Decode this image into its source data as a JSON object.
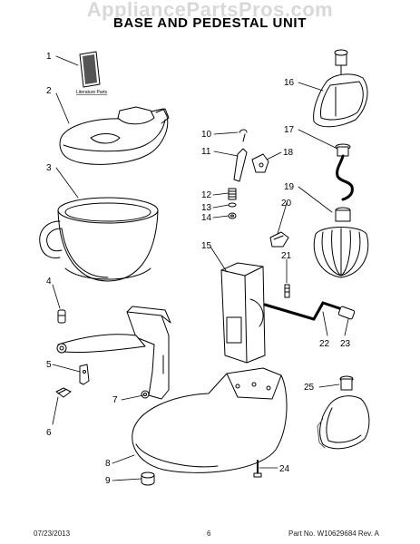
{
  "watermark": "AppliancePartsPros.com",
  "title": "BASE AND PEDESTAL UNIT",
  "literature_label": "Literature Parts",
  "callouts": [
    "1",
    "2",
    "3",
    "4",
    "5",
    "6",
    "7",
    "8",
    "9",
    "10",
    "11",
    "12",
    "13",
    "14",
    "15",
    "16",
    "17",
    "18",
    "19",
    "20",
    "21",
    "22",
    "23",
    "24",
    "25"
  ],
  "footer": {
    "date": "07/23/2013",
    "page": "6",
    "part_no": "Part No. W10629684 Rev. A"
  }
}
